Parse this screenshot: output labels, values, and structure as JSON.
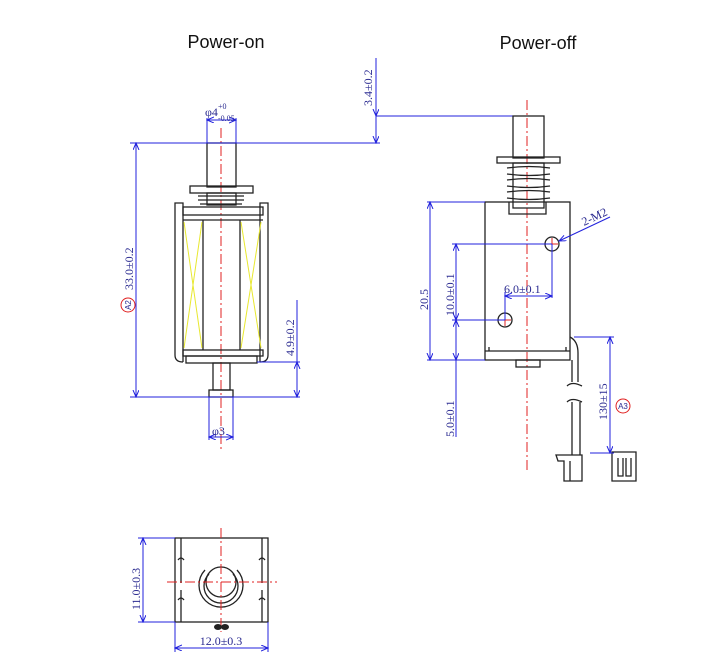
{
  "views": {
    "power_on": {
      "title": "Power-on"
    },
    "power_off": {
      "title": "Power-off"
    }
  },
  "dimensions": {
    "plunger_diameter": "φ4",
    "plunger_tol_upper": "+0",
    "plunger_tol_lower": "-0.05",
    "stroke": "3.4±0.2",
    "overall_length": "33.0±0.2",
    "bottom_shaft_length": "4.9±0.2",
    "bottom_shaft_diameter": "φ3",
    "body_height": "20.5",
    "hole_spacing_vertical": "10.0±0.1",
    "hole_spacing_horizontal": "6.0±0.1",
    "hole_offset_bottom": "5.0±0.1",
    "mount_thread": "2-M2",
    "wire_length": "130±15",
    "end_height": "11.0±0.3",
    "end_width": "12.0±0.3"
  },
  "markers": {
    "a2": "A2",
    "a3": "A3"
  },
  "colors": {
    "dimension": "#2222dd",
    "centerline": "#e02020",
    "coil": "#e8e830",
    "outline": "#222222"
  }
}
